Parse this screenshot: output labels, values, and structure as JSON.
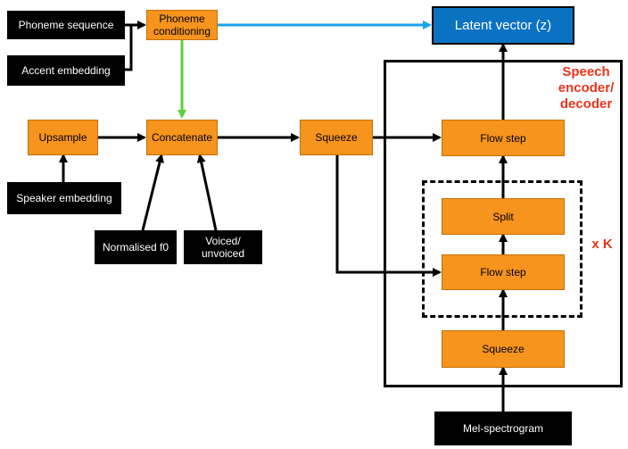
{
  "inputs": {
    "phoneme_sequence": "Phoneme sequence",
    "accent_embedding": "Accent embedding",
    "speaker_embedding": "Speaker embedding",
    "normalised_f0": "Normalised f0",
    "voiced_unvoiced": "Voiced/\nunvoiced",
    "mel_spectrogram": "Mel-spectrogram"
  },
  "blocks": {
    "phoneme_conditioning": "Phoneme\nconditioning",
    "upsample": "Upsample",
    "concatenate": "Concatenate",
    "squeeze_top": "Squeeze",
    "flow_step_top": "Flow step",
    "split": "Split",
    "flow_step_inner": "Flow step",
    "squeeze_bottom": "Squeeze"
  },
  "output": {
    "latent_vector": "Latent vector (z)"
  },
  "labels": {
    "speech_encoder_decoder": "Speech\nencoder/\ndecoder",
    "repeat_k": "x K"
  },
  "colors": {
    "block": "#f7941d",
    "input": "#000000",
    "latent": "#0a72c2",
    "red_label": "#e8341c",
    "blue_arrow": "#1aa3e8",
    "green_arrow": "#5bd13b"
  }
}
